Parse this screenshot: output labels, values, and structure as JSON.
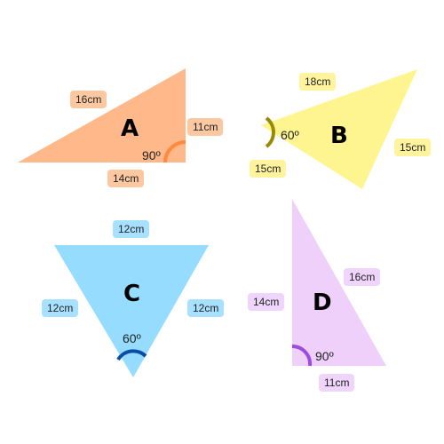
{
  "triangles": {
    "a": {
      "letter": "A",
      "side_hypotenuse": "16cm",
      "side_vertical": "11cm",
      "side_base": "14cm",
      "angle": "90º",
      "fill": "#ffb88a",
      "arc_color": "#ff8a3d"
    },
    "b": {
      "letter": "B",
      "side_top": "18cm",
      "side_right": "15cm",
      "side_left": "15cm",
      "angle": "60º",
      "fill": "#fff590",
      "arc_color": "#9a8a00"
    },
    "c": {
      "letter": "C",
      "side_top": "12cm",
      "side_left": "12cm",
      "side_right": "12cm",
      "angle": "60º",
      "fill": "#95dcff",
      "arc_color": "#0a4ca8"
    },
    "d": {
      "letter": "D",
      "side_left": "14cm",
      "side_hypotenuse": "16cm",
      "side_base": "11cm",
      "angle": "90º",
      "fill": "#efd0fb",
      "arc_color": "#9a4de0"
    }
  }
}
